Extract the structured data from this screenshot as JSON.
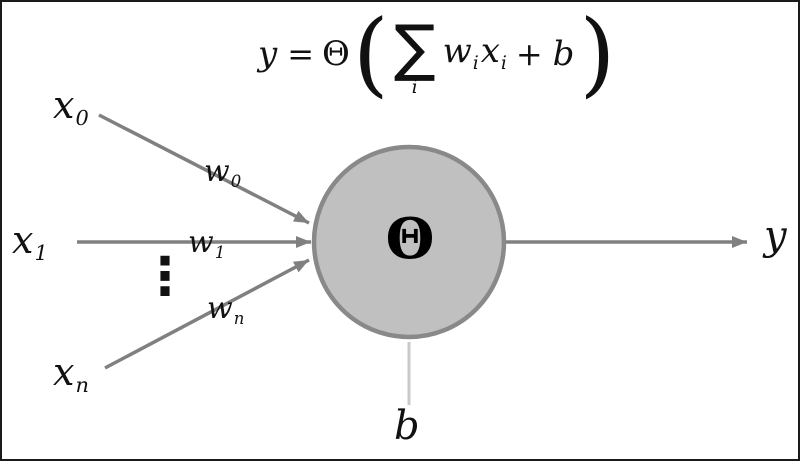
{
  "formula": {
    "lhs": "y",
    "equals": "=",
    "theta": "Θ",
    "open_paren": "(",
    "sum": "∑",
    "sum_sub": "i",
    "w": "w",
    "w_sub": "i",
    "x": "x",
    "x_sub": "i",
    "plus": "+",
    "bias": "b",
    "close_paren": ")"
  },
  "inputs": [
    {
      "base": "x",
      "sub": "0"
    },
    {
      "base": "x",
      "sub": "1"
    },
    {
      "base": "x",
      "sub": "n"
    }
  ],
  "weights": [
    {
      "base": "w",
      "sub": "0"
    },
    {
      "base": "w",
      "sub": "1"
    },
    {
      "base": "w",
      "sub": "n"
    }
  ],
  "ellipsis": "⋮",
  "neuron": {
    "symbol": "Θ"
  },
  "output_label": "y",
  "bias_label": "b",
  "colors": {
    "edge": "#808080",
    "node_fill": "#c0c0c0",
    "node_stroke": "#898989",
    "bias_edge": "#c9c9c9",
    "text": "#111111",
    "border": "#1a1a1a"
  }
}
